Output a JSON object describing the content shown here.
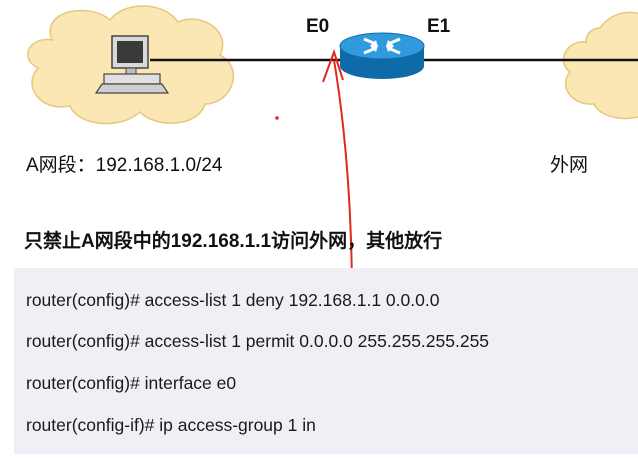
{
  "labels": {
    "port_e0": "E0",
    "port_e1": "E1",
    "segment_a": "A网段：192.168.1.0/24",
    "external_net": "外网"
  },
  "headline": "只禁止A网段中的192.168.1.1访问外网，其他放行",
  "commands": [
    "router(config)# access-list 1 deny 192.168.1.1 0.0.0.0",
    "router(config)# access-list 1 permit 0.0.0.0 255.255.255.255",
    "router(config)# interface e0",
    "router(config-if)# ip access-group 1 in"
  ],
  "icons": [
    "cloud-left",
    "computer-icon",
    "router-icon",
    "cloud-right"
  ],
  "colors": {
    "cloud": "#fbe7b4",
    "router": "#1f87c9",
    "annotation": "#e0281c",
    "command_bg": "#f1eff5"
  }
}
